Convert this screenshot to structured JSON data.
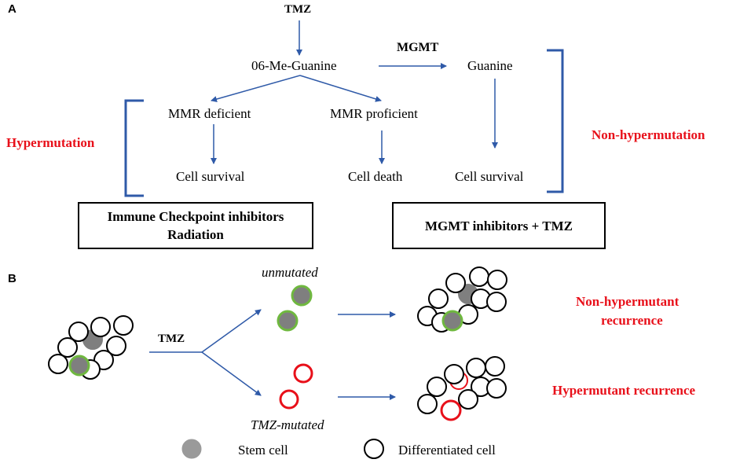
{
  "panel_a": {
    "label": "A",
    "tmz": "TMZ",
    "methylguanine": "06-Me-Guanine",
    "mgmt": "MGMT",
    "guanine": "Guanine",
    "mmr_deficient": "MMR deficient",
    "mmr_proficient": "MMR proficient",
    "cell_survival_left": "Cell survival",
    "cell_death": "Cell death",
    "cell_survival_right": "Cell survival",
    "hypermutation": "Hypermutation",
    "non_hypermutation": "Non-hypermutation",
    "box_left": {
      "line1": "Immune Checkpoint inhibitors",
      "line2": "Radiation"
    },
    "box_right": {
      "line1": "MGMT inhibitors + TMZ"
    }
  },
  "panel_b": {
    "label": "B",
    "tmz": "TMZ",
    "unmutated": "unmutated",
    "tmz_mutated": "TMZ-mutated",
    "non_hypermutant_recurrence_line1": "Non-hypermutant",
    "non_hypermutant_recurrence_line2": "recurrence",
    "hypermutant_recurrence": "Hypermutant recurrence"
  },
  "legend": {
    "stem_cell": "Stem cell",
    "differentiated_cell": "Differentiated cell"
  },
  "colors": {
    "arrow_blue": "#2f5aa8",
    "bracket_blue": "#2f5aa8",
    "emphasis_red": "#e8101a",
    "stem_gray": "#7f7f7f",
    "stem_outline_green": "#6fb83f",
    "mutated_red": "#e8101a"
  }
}
